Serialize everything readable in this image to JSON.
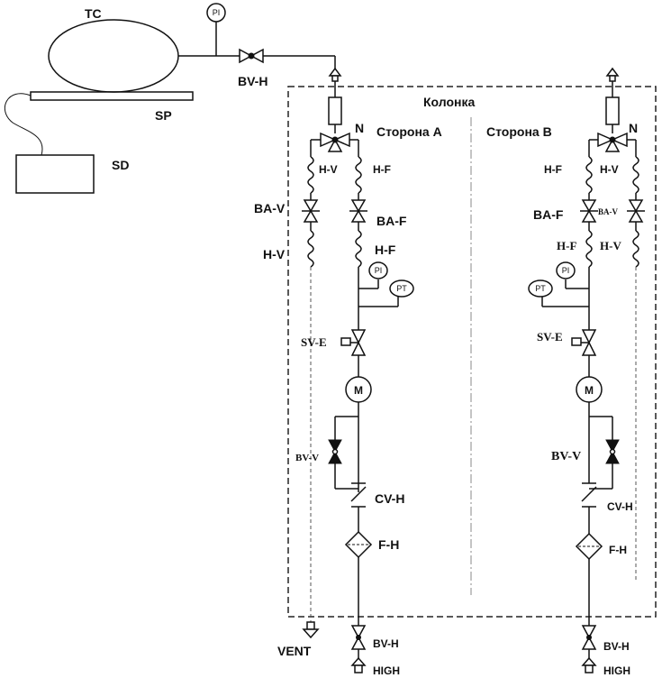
{
  "tank": {
    "label": "TC"
  },
  "plate": {
    "label": "SP"
  },
  "driver": {
    "label": "SD"
  },
  "column": {
    "title": "Колонка",
    "side_a": "Сторона А",
    "side_b": "Сторона В"
  },
  "instruments": {
    "pi": "PI",
    "pt": "PT",
    "motor": "M"
  },
  "labels": {
    "bv_h": "BV-H",
    "n": "N",
    "h_v": "H-V",
    "h_f": "H-F",
    "ba_v": "BA-V",
    "ba_f": "BA-F",
    "sv_e": "SV-E",
    "bv_v": "BV-V",
    "cv_h": "CV-H",
    "f_h": "F-H",
    "vent": "VENT",
    "high": "HIGH"
  }
}
